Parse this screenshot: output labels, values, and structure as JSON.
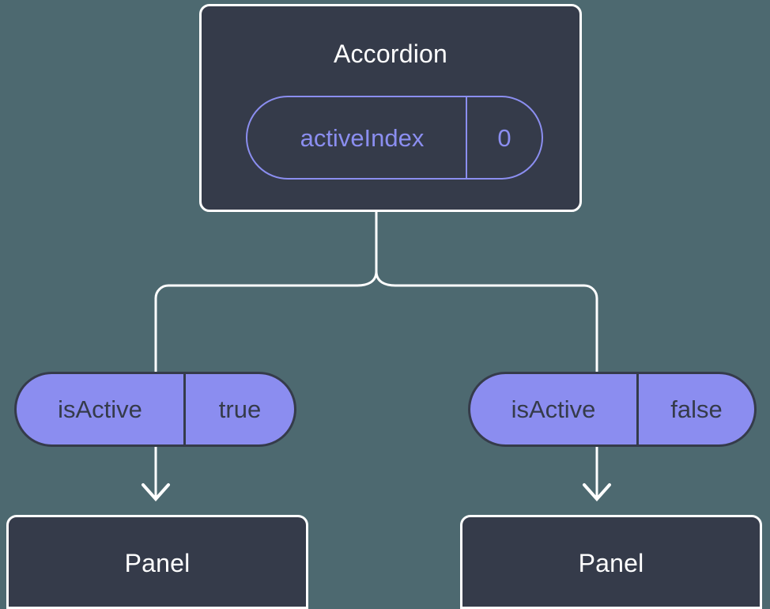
{
  "diagram": {
    "type": "component-state-tree",
    "background_color": "#4d6970",
    "root": {
      "title": "Accordion",
      "box_color": "#353b4a",
      "border_color": "#ffffff",
      "state": {
        "key": "activeIndex",
        "value": "0",
        "accent_color": "#8b8ef0",
        "style": "outlined-pill"
      }
    },
    "branches": [
      {
        "prop": {
          "key": "isActive",
          "value": "true",
          "fill_color": "#8b8df0",
          "text_color": "#353b4a",
          "style": "filled-pill"
        },
        "child": {
          "title": "Panel",
          "box_color": "#353b4a",
          "border_color": "#ffffff"
        }
      },
      {
        "prop": {
          "key": "isActive",
          "value": "false",
          "fill_color": "#8b8df0",
          "text_color": "#353b4a",
          "style": "filled-pill"
        },
        "child": {
          "title": "Panel",
          "box_color": "#353b4a",
          "border_color": "#ffffff"
        }
      }
    ],
    "connectors": {
      "line_color": "#ffffff",
      "line_width": 3,
      "trunk_label": "root-to-branch-trunk",
      "arrow_style": "open-chevron"
    }
  }
}
